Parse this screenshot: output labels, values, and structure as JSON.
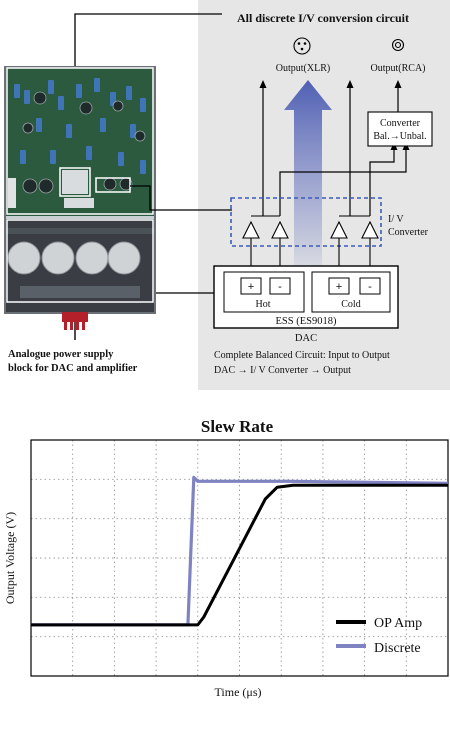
{
  "top": {
    "title": "All discrete I/V conversion circuit",
    "output_xlr": "Output(XLR)",
    "output_rca": "Output(RCA)",
    "converter_line1": "Converter",
    "converter_line2": "Bal.→Unbal.",
    "iv_line1": "I/ V",
    "iv_line2": "Converter",
    "plus": "+",
    "minus": "-",
    "hot": "Hot",
    "cold": "Cold",
    "ess": "ESS (ES9018)",
    "dac": "DAC",
    "caption1": "Complete Balanced Circuit: Input to Output",
    "caption2": "DAC → I/ V Converter → Output",
    "psu_line1": "Analogue power supply",
    "psu_line2": "block for DAC and amplifier"
  },
  "colors": {
    "panel": "#e6e6e6",
    "arrow": "#4f5fb3",
    "dashed": "#3b5db8",
    "black_line": "#000000",
    "discrete_line": "#7f83c2"
  },
  "chart_data": {
    "type": "line",
    "title": "Slew Rate",
    "xlabel": "Time (μs)",
    "ylabel": "Output Voltage (V)",
    "grid": true,
    "legend_placement": "bottom-right",
    "xlim": [
      0,
      10.5
    ],
    "ylim": [
      0,
      6
    ],
    "series": [
      {
        "name": "OP Amp",
        "color": "#000000",
        "x": [
          0,
          4.2,
          4.35,
          5.9,
          6.2,
          6.6,
          10.5
        ],
        "y": [
          1.3,
          1.3,
          1.5,
          4.5,
          4.8,
          4.85,
          4.85
        ]
      },
      {
        "name": "Discrete",
        "color": "#7f83c2",
        "x": [
          0,
          3.95,
          4.1,
          4.2,
          6.5,
          10.5
        ],
        "y": [
          1.3,
          1.3,
          5.05,
          4.95,
          4.95,
          4.9
        ]
      }
    ]
  }
}
